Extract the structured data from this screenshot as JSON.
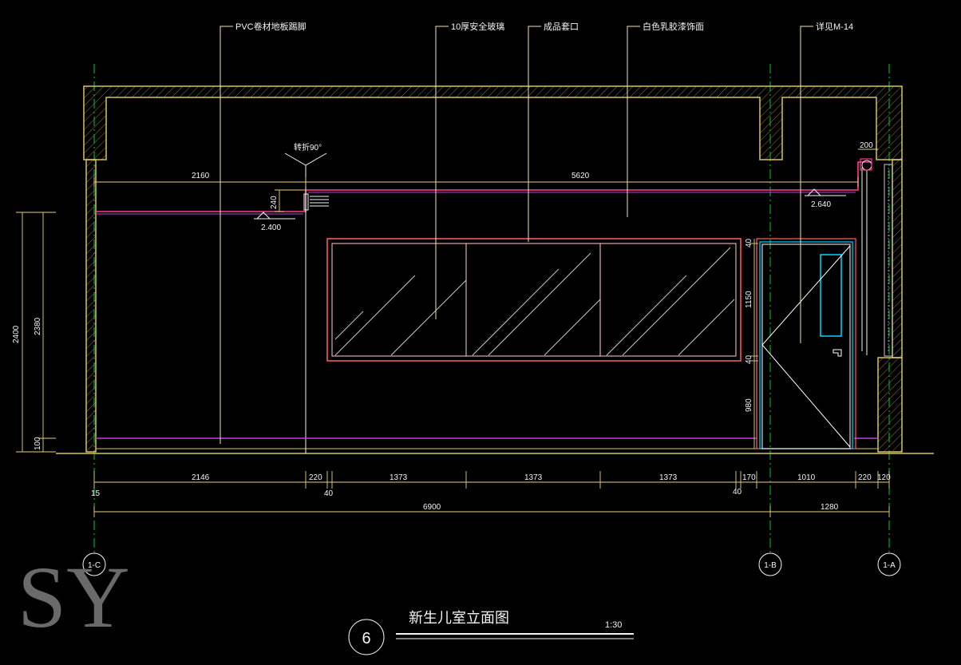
{
  "colors": {
    "background": "#000000",
    "wall": "#d8c25a",
    "dimension": "#e8d27a",
    "leader": "#f0e4b8",
    "finish_line": "#ff3a8c",
    "baseboard": "#c040e0",
    "window_outer": "#ff6060",
    "window_inner": "#ffd0d0",
    "glass_hatch": "#c8c8c8",
    "door": "#ffffff",
    "door_frame": "#00d8ff",
    "grid_line": "#00c832",
    "annotation": "#f4f4f4",
    "watermark": "#6a6a6a"
  },
  "callouts": {
    "pvc_skirting": "PVC卷材地板踢脚",
    "safety_glass": "10厚安全玻璃",
    "finished_opening": "成品套口",
    "white_latex_paint": "白色乳胶漆饰面",
    "see_door": "详见M-14",
    "fold_90": "转折90°"
  },
  "levels": {
    "left": "2.400",
    "right": "2.640"
  },
  "dims": {
    "top_left": "2160",
    "top_right": "5620",
    "step": "240",
    "curtain_box": "200",
    "vertical_total": "2400",
    "vertical_main": "2380",
    "vertical_base": "100",
    "door_top": "40",
    "glass_height": "1150",
    "glass_bottom": "40",
    "sill_height": "980",
    "bottom": [
      "2146",
      "220",
      "1373",
      "1373",
      "1373",
      "170",
      "1010",
      "220",
      "120"
    ],
    "under_15": "15",
    "under_40_left": "40",
    "under_40_right": "40",
    "total": "6900",
    "right_total": "1280"
  },
  "axes": [
    "1-C",
    "1-B",
    "1-A"
  ],
  "title": {
    "number": "6",
    "name": "新生儿室立面图",
    "scale": "1:30"
  },
  "watermark": "SY"
}
